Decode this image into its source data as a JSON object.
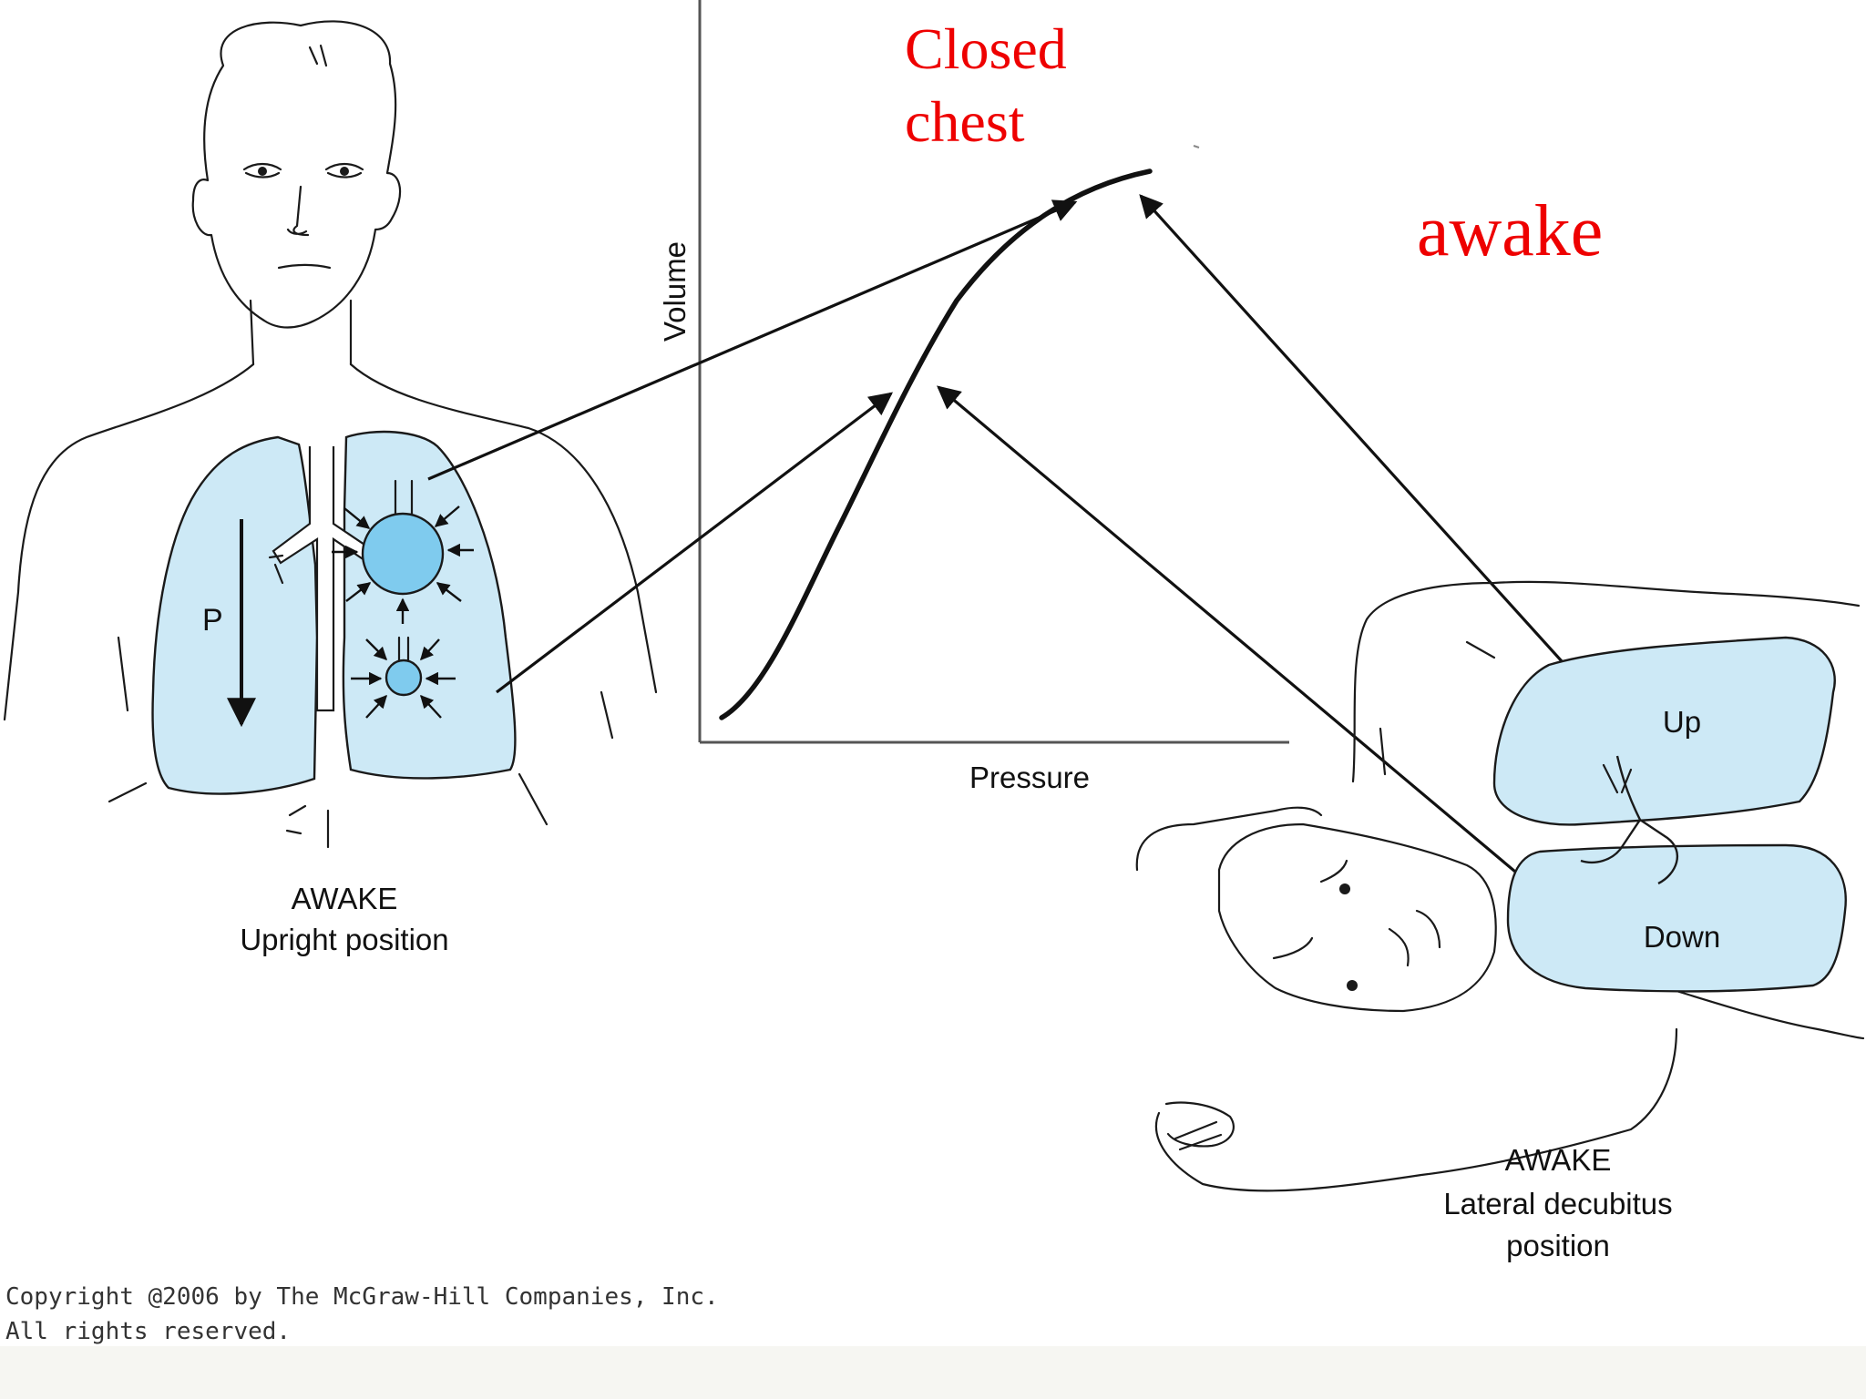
{
  "graph": {
    "y_axis_label": "Volume",
    "x_axis_label": "Pressure",
    "curve_label_line1": "Closed",
    "curve_label_line2": "chest",
    "state_label": "awake"
  },
  "upright": {
    "caption_line1": "AWAKE",
    "caption_line2": "Upright position",
    "pressure_label": "P"
  },
  "lateral": {
    "up_label": "Up",
    "down_label": "Down",
    "caption_line1": "AWAKE",
    "caption_line2": "Lateral decubitus",
    "caption_line3": "position"
  },
  "copyright": {
    "line1": "Copyright @2006 by The McGraw-Hill Companies, Inc.",
    "line2": "All rights reserved."
  },
  "colors": {
    "lung_fill": "#cde9f6",
    "alveolus_fill": "#7fcbee",
    "annotation_red": "#ee0000"
  }
}
